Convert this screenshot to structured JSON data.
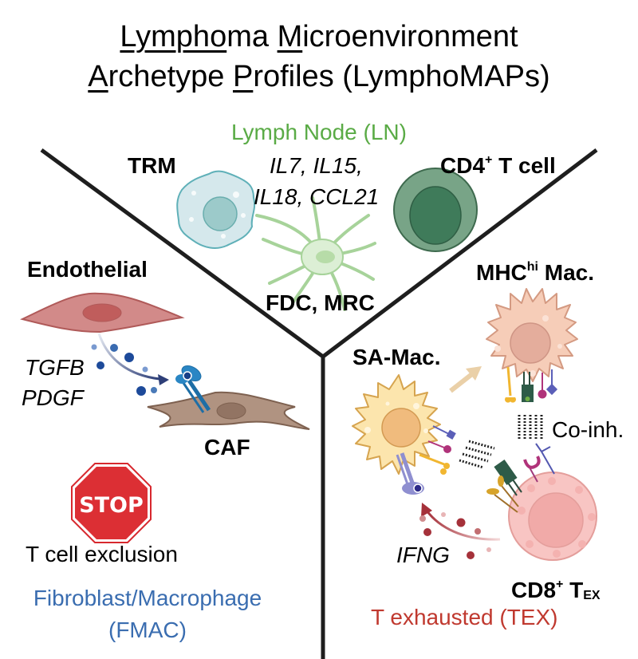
{
  "title": {
    "line1_parts": [
      {
        "text": "Lympho",
        "underline": true
      },
      {
        "text": "ma ",
        "underline": false
      },
      {
        "text": "M",
        "underline": true
      },
      {
        "text": "icroenvironment",
        "underline": false
      }
    ],
    "line2_parts": [
      {
        "text": "A",
        "underline": true
      },
      {
        "text": "rchetype ",
        "underline": false
      },
      {
        "text": "P",
        "underline": true
      },
      {
        "text": "rofiles (LymphoMAPs)",
        "underline": false
      }
    ]
  },
  "archetypes": {
    "ln": {
      "heading": "Lymph Node (LN)",
      "color": "#5aab46",
      "cytokines_line1": "IL7, IL15,",
      "cytokines_line2": "IL18, CCL21",
      "cells": {
        "trm": "TRM",
        "cd4_main": "CD4",
        "cd4_sup": "+",
        "cd4_rest": " T cell",
        "fdc": "FDC, MRC"
      }
    },
    "fmac": {
      "heading_line1": "Fibroblast/Macrophage",
      "heading_line2": "(FMAC)",
      "color": "#3a6db0",
      "cells": {
        "endothelial": "Endothelial",
        "caf": "CAF"
      },
      "signals_line1": "TGFB",
      "signals_line2": "PDGF",
      "stop_sign": "STOP",
      "exclusion": "T cell exclusion"
    },
    "tex": {
      "heading": "T exhausted (TEX)",
      "color": "#c0392f",
      "cells": {
        "mhc_main": "MHC",
        "mhc_sup": "hi",
        "mhc_rest": " Mac.",
        "sa_mac": "SA-Mac.",
        "cd8_main": "CD8",
        "cd8_sup": "+",
        "cd8_mid": " T",
        "cd8_sub": "EX"
      },
      "coinh": "Co-inh.",
      "ifng": "IFNG"
    }
  },
  "icons": {
    "trm": "trm-cell-icon",
    "fdc": "fdc-dendritic-cell-icon",
    "cd4": "cd4-t-cell-icon",
    "endothelial": "endothelial-cell-icon",
    "caf": "fibroblast-cell-icon",
    "receptor": "receptor-icon",
    "stop": "stop-sign-icon",
    "mhc_mac": "macrophage-icon",
    "sa_mac": "macrophage-icon",
    "cd8": "t-cell-icon",
    "coinh": "co-inhibitory-icon"
  }
}
